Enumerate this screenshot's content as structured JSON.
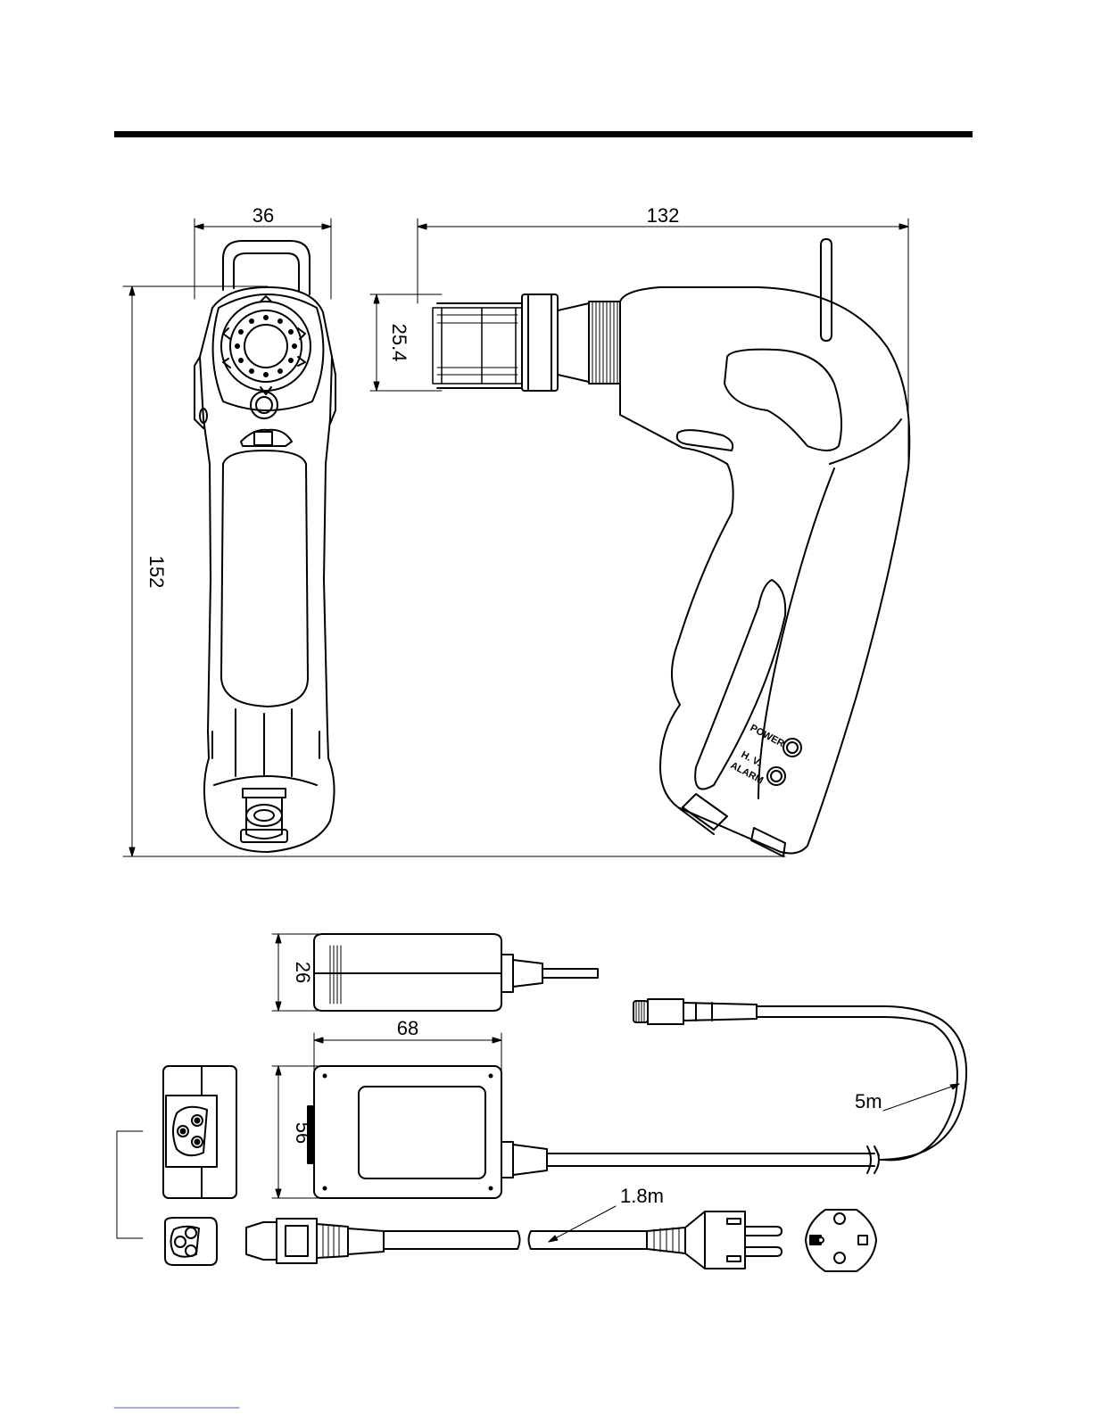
{
  "dimensions": {
    "front_width": "36",
    "overall_height": "152",
    "side_length": "132",
    "head_diameter": "25.4",
    "adapter_thickness": "26",
    "adapter_width": "68",
    "adapter_height": "56",
    "output_cable_length": "5m",
    "mains_cable_length": "1.8m"
  },
  "indicators": {
    "power_label": "POWER",
    "alarm_label_line1": "H. V.",
    "alarm_label_line2": "ALARM"
  }
}
